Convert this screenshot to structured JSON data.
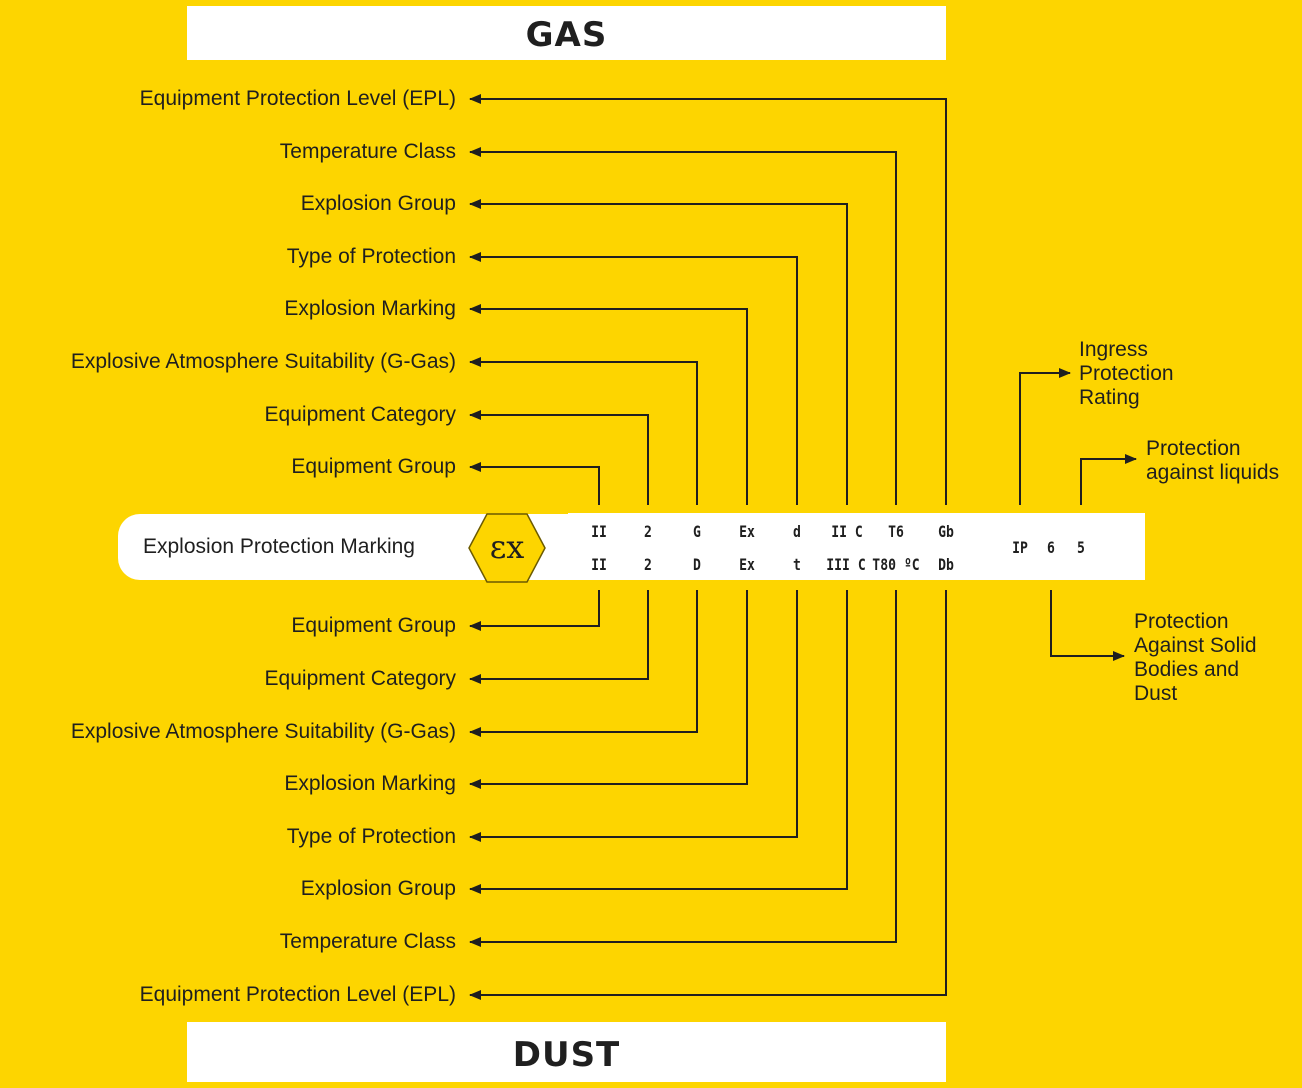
{
  "banners": {
    "gas": "GAS",
    "dust": "DUST"
  },
  "marking_label": "Explosion Protection Marking",
  "ex_symbol": "εx",
  "gas_labels": [
    "Equipment Protection Level (EPL)",
    "Temperature Class",
    "Explosion Group",
    "Type of Protection",
    "Explosion Marking",
    "Explosive Atmosphere Suitability (G-Gas)",
    "Equipment Category",
    "Equipment Group"
  ],
  "dust_labels": [
    "Equipment Group",
    "Equipment Category",
    "Explosive Atmosphere Suitability (G-Gas)",
    "Explosion Marking",
    "Type of Protection",
    "Explosion Group",
    "Temperature Class",
    "Equipment Protection Level (EPL)"
  ],
  "gas_codes": [
    "II",
    "2",
    "G",
    "Ex",
    "d",
    "II C",
    "T6",
    "Gb"
  ],
  "dust_codes": [
    "II",
    "2",
    "D",
    "Ex",
    "t",
    "III C",
    "T80 ºC",
    "Db"
  ],
  "ip_codes": [
    "IP",
    "6",
    "5"
  ],
  "right_labels": {
    "ingress": "Ingress\nProtection\nRating",
    "liquids": "Protection\nagainst liquids",
    "solids": "Protection\nAgainst Solid\nBodies and\nDust"
  }
}
